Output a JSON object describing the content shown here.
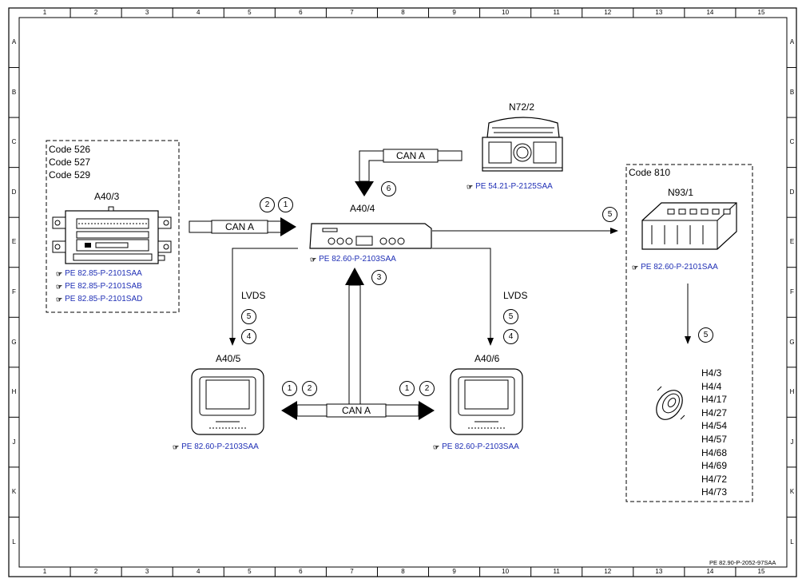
{
  "grid": {
    "columns": [
      "1",
      "2",
      "3",
      "4",
      "5",
      "6",
      "7",
      "8",
      "9",
      "10",
      "11",
      "12",
      "13",
      "14",
      "15"
    ],
    "rows": [
      "A",
      "B",
      "C",
      "D",
      "E",
      "F",
      "G",
      "H",
      "J",
      "K",
      "L"
    ]
  },
  "components": {
    "a40_3": {
      "id": "A40/3",
      "codes": [
        "Code 526",
        "Code 527",
        "Code 529"
      ],
      "refs": [
        "PE 82.85-P-2101SAA",
        "PE 82.85-P-2101SAB",
        "PE 82.85-P-2101SAD"
      ]
    },
    "a40_4": {
      "id": "A40/4",
      "ref": "PE 82.60-P-2103SAA"
    },
    "n72_2": {
      "id": "N72/2",
      "ref": "PE 54.21-P-2125SAA"
    },
    "a40_5": {
      "id": "A40/5",
      "ref": "PE 82.60-P-2103SAA"
    },
    "a40_6": {
      "id": "A40/6",
      "ref": "PE 82.60-P-2103SAA"
    },
    "n93_1": {
      "id": "N93/1",
      "code": "Code 810",
      "ref": "PE 82.60-P-2101SAA"
    }
  },
  "speakers": [
    "H4/3",
    "H4/4",
    "H4/17",
    "H4/27",
    "H4/54",
    "H4/57",
    "H4/68",
    "H4/69",
    "H4/72",
    "H4/73"
  ],
  "labels": {
    "can_a": "CAN A",
    "lvds": "LVDS",
    "doc_id": "PE 82.90-P-2052-97SAA"
  },
  "steps": {
    "s1": "1",
    "s2": "2",
    "s3": "3",
    "s4": "4",
    "s5": "5",
    "s6": "6"
  },
  "colors": {
    "reference_link": "#1f2fb5",
    "line": "#000000"
  },
  "icons": {
    "reference": "pointing-hand-icon"
  }
}
